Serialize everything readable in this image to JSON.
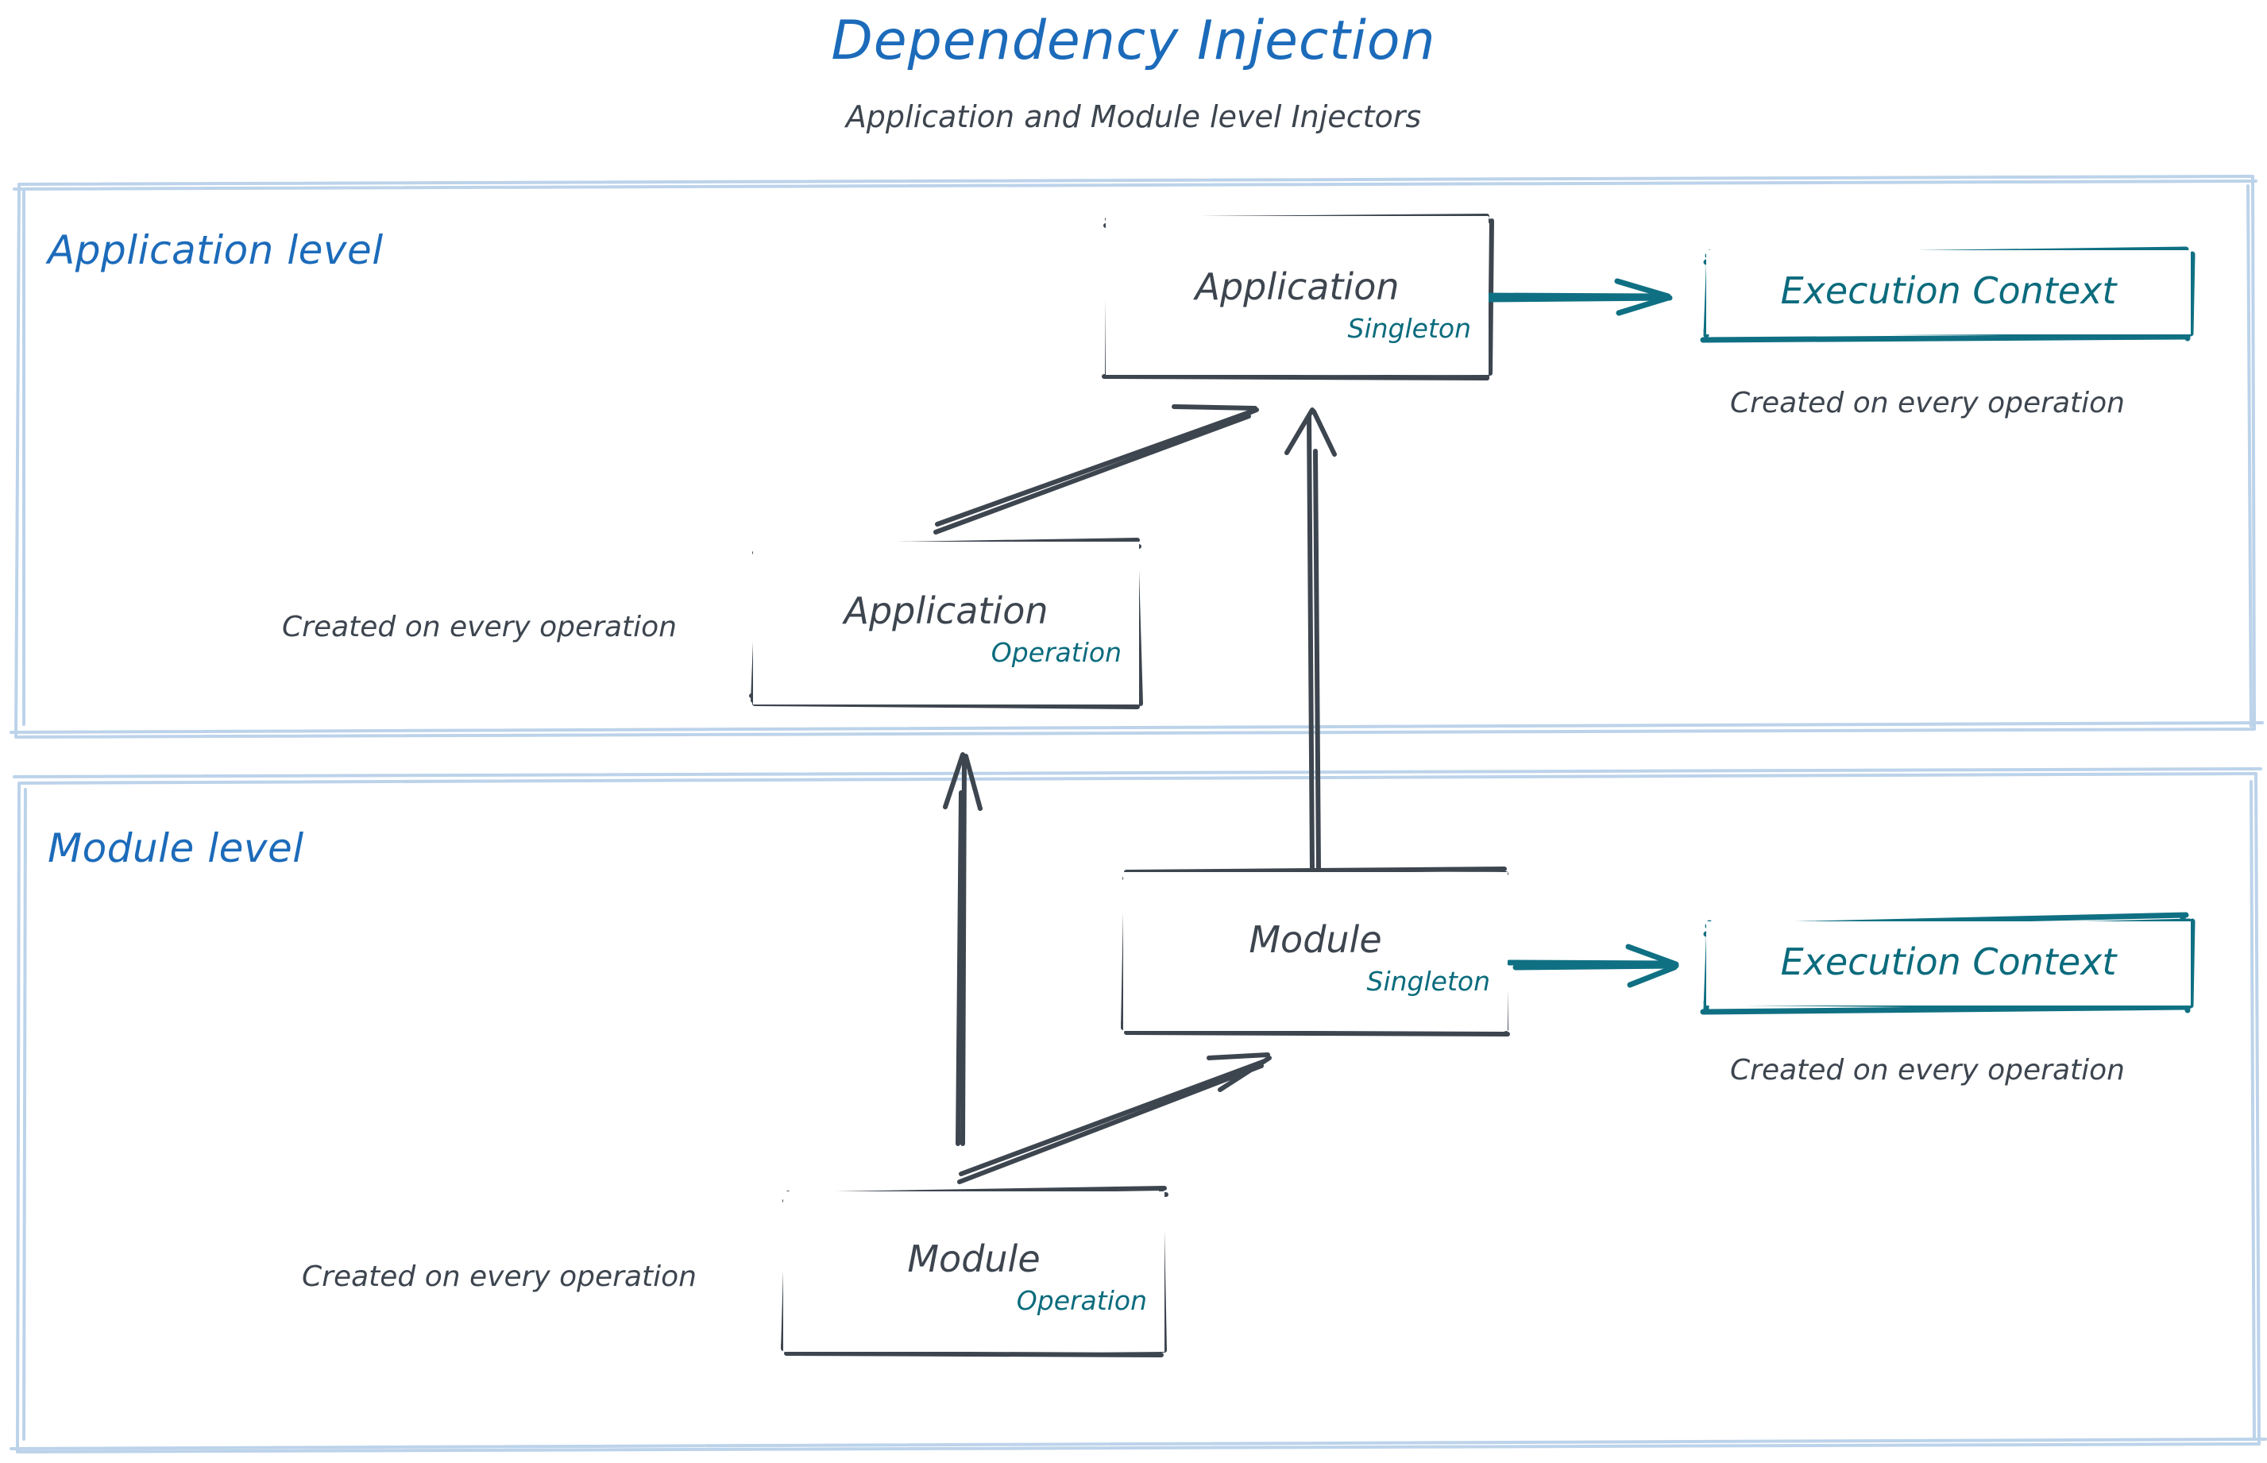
{
  "header": {
    "title": "Dependency Injection",
    "subtitle": "Application and Module level Injectors"
  },
  "colors": {
    "title_blue": "#1c6bba",
    "lane_label_blue": "#1c6bba",
    "lane_border_blue": "#bcd3ea",
    "node_stroke": "#3d454f",
    "node_text": "#3d454f",
    "scope_teal": "#0b6b7d",
    "context_teal": "#107083",
    "background": "#ffffff"
  },
  "lanes": [
    {
      "id": "application-level",
      "label": "Application level"
    },
    {
      "id": "module-level",
      "label": "Module level"
    }
  ],
  "nodes": [
    {
      "id": "application-singleton",
      "title": "Application",
      "scope": "Singleton",
      "lane": "application-level"
    },
    {
      "id": "application-operation",
      "title": "Application",
      "scope": "Operation",
      "lane": "application-level"
    },
    {
      "id": "module-singleton",
      "title": "Module",
      "scope": "Singleton",
      "lane": "module-level"
    },
    {
      "id": "module-operation",
      "title": "Module",
      "scope": "Operation",
      "lane": "module-level"
    }
  ],
  "context_boxes": [
    {
      "id": "execution-context-application",
      "label": "Execution Context",
      "caption": "Created on every operation",
      "lane": "application-level"
    },
    {
      "id": "execution-context-module",
      "label": "Execution Context",
      "caption": "Created on every operation",
      "lane": "module-level"
    }
  ],
  "captions": [
    {
      "id": "caption-application-operation",
      "text": "Created on every operation"
    },
    {
      "id": "caption-module-operation",
      "text": "Created on every operation"
    }
  ],
  "edges": [
    {
      "id": "edge-app-operation-to-app-singleton",
      "from": "application-operation",
      "to": "application-singleton",
      "style": "sketch-arrow",
      "color": "#3d454f"
    },
    {
      "id": "edge-module-singleton-to-app-singleton",
      "from": "module-singleton",
      "to": "application-singleton",
      "style": "sketch-arrow",
      "color": "#3d454f"
    },
    {
      "id": "edge-module-operation-to-app-operation",
      "from": "module-operation",
      "to": "application-operation",
      "style": "sketch-arrow",
      "color": "#3d454f"
    },
    {
      "id": "edge-module-operation-to-module-singleton",
      "from": "module-operation",
      "to": "module-singleton",
      "style": "sketch-arrow",
      "color": "#3d454f"
    },
    {
      "id": "edge-app-singleton-to-execution-context",
      "from": "application-singleton",
      "to": "execution-context-application",
      "style": "sketch-arrow",
      "color": "#107083"
    },
    {
      "id": "edge-module-singleton-to-execution-context",
      "from": "module-singleton",
      "to": "execution-context-module",
      "style": "sketch-arrow",
      "color": "#107083"
    }
  ]
}
